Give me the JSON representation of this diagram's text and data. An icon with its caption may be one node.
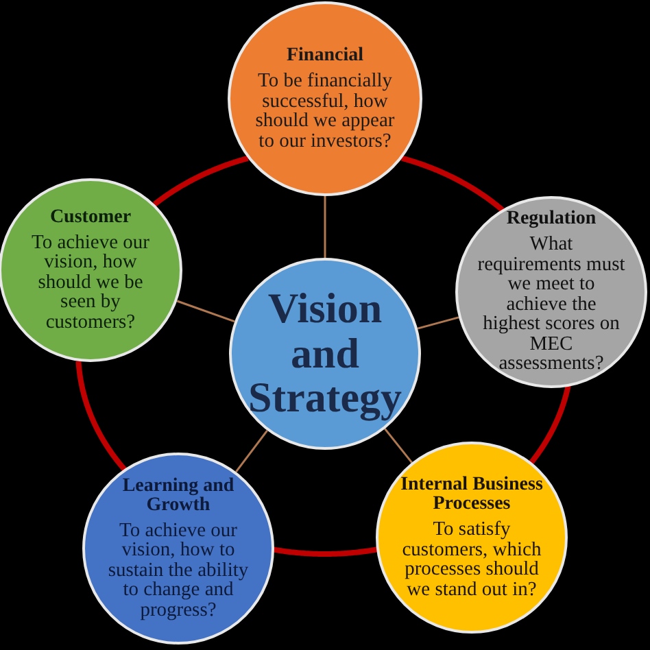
{
  "diagram": {
    "nodes": [
      {
        "text": [
          "Financial",
          "To be financially successful, how should we appear to our investors?"
        ]
      },
      {
        "text": [
          "Customer",
          "To achieve our vision, how should we be seen by customers?"
        ]
      },
      {
        "text": [
          "Vision and Strategy"
        ]
      },
      {
        "text": [
          "Regulation",
          "What requirements must we meet to achieve the highest scores on MEC assessments?"
        ]
      },
      {
        "text": [
          "Learning and Growth",
          "To achieve our vision, how to sustain the ability to change and progress?"
        ]
      },
      {
        "text": [
          "Internal Business Processes",
          "To satisfy customers, which processes should we stand out in?"
        ]
      }
    ],
    "edges": [
      {
        "from": 2,
        "to": 0,
        "arrow": "none"
      },
      {
        "from": 2,
        "to": 1,
        "arrow": "none"
      },
      {
        "from": 2,
        "to": 3,
        "arrow": "none"
      },
      {
        "from": 2,
        "to": 4,
        "arrow": "none"
      },
      {
        "from": 2,
        "to": 5,
        "arrow": "none"
      },
      {
        "from": 0,
        "to": 3,
        "arrow": "none",
        "style": "thick",
        "color": "#c00000"
      },
      {
        "from": 3,
        "to": 5,
        "arrow": "none",
        "style": "thick",
        "color": "#c00000"
      },
      {
        "from": 5,
        "to": 4,
        "arrow": "none",
        "style": "thick",
        "color": "#c00000"
      },
      {
        "from": 4,
        "to": 1,
        "arrow": "none",
        "style": "thick",
        "color": "#c00000"
      },
      {
        "from": 1,
        "to": 0,
        "arrow": "none",
        "style": "thick",
        "color": "#c00000"
      }
    ]
  }
}
